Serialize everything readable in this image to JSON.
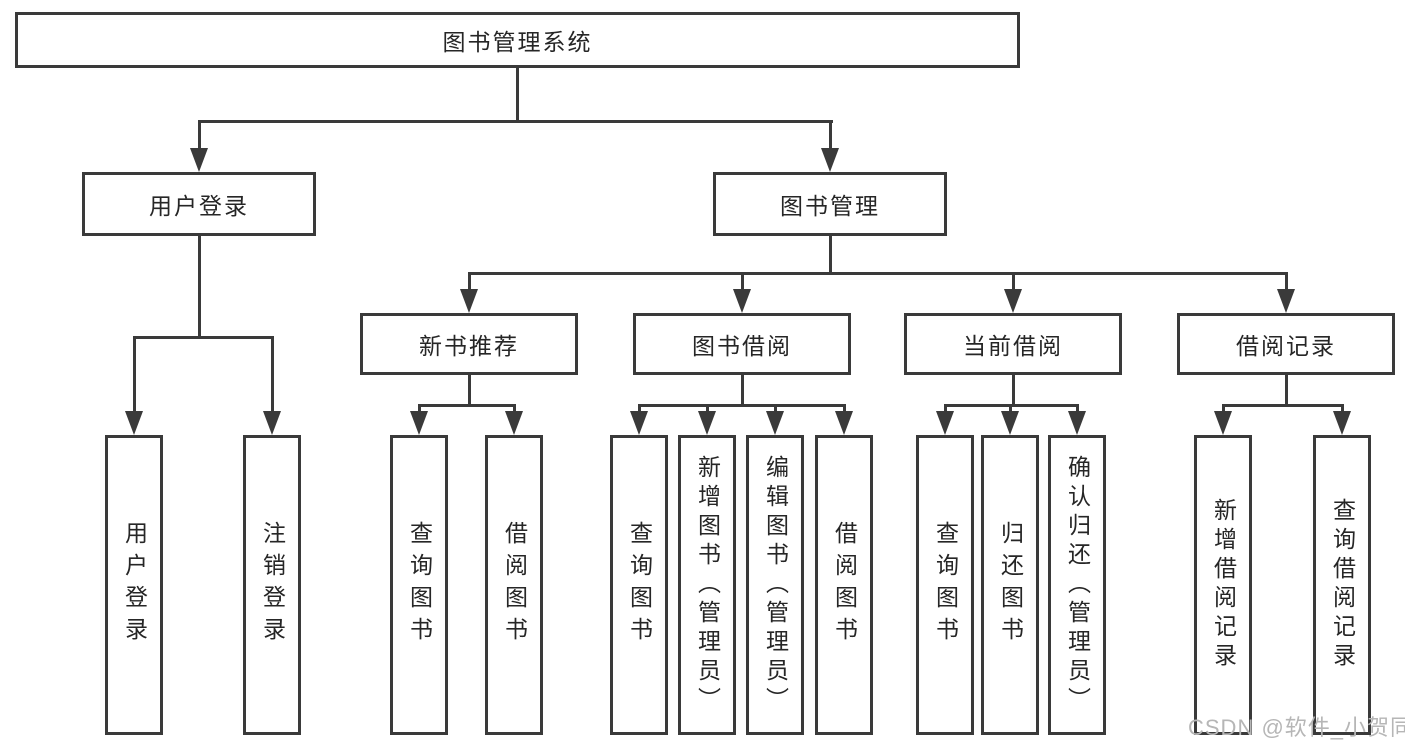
{
  "diagram_type": "tree",
  "colors": {
    "background": "#ffffff",
    "line": "#3a3a3a",
    "box_border": "#3a3a3a",
    "text": "#262626",
    "watermark": "#b6b6b6"
  },
  "watermark": {
    "text": "CSDN @软件_小贺同学"
  },
  "tree": {
    "label": "图书管理系统",
    "children": [
      {
        "label": "用户登录",
        "children": [
          {
            "label": "用户登录"
          },
          {
            "label": "注销登录"
          }
        ]
      },
      {
        "label": "图书管理",
        "children": [
          {
            "label": "新书推荐",
            "children": [
              {
                "label": "查询图书"
              },
              {
                "label": "借阅图书"
              }
            ]
          },
          {
            "label": "图书借阅",
            "children": [
              {
                "label": "查询图书"
              },
              {
                "label": "新增图书（管理员）"
              },
              {
                "label": "编辑图书（管理员）"
              },
              {
                "label": "借阅图书"
              }
            ]
          },
          {
            "label": "当前借阅",
            "children": [
              {
                "label": "查询图书"
              },
              {
                "label": "归还图书"
              },
              {
                "label": "确认归还（管理员）"
              }
            ]
          },
          {
            "label": "借阅记录",
            "children": [
              {
                "label": "新增借阅记录"
              },
              {
                "label": "查询借阅记录"
              }
            ]
          }
        ]
      }
    ]
  }
}
